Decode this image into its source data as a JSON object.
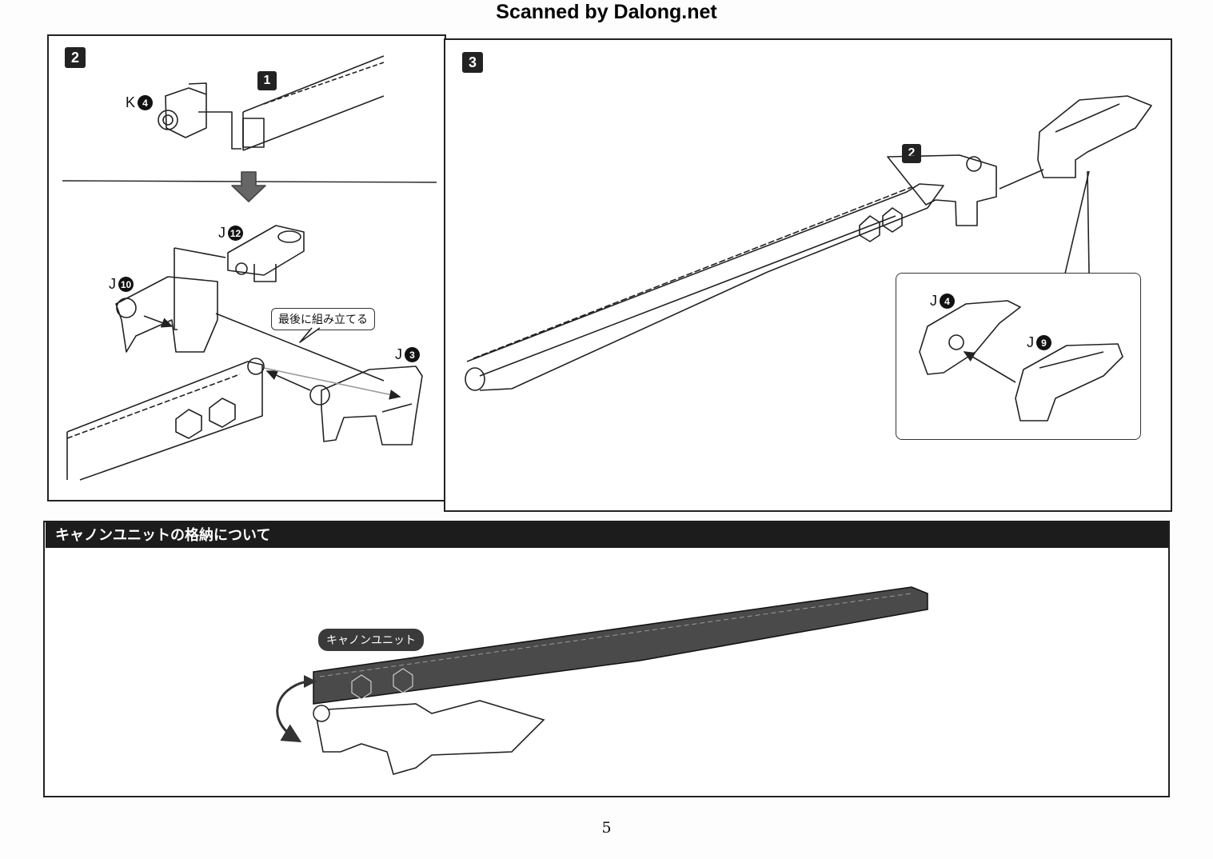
{
  "header": {
    "scan_credit": "Scanned by Dalong.net"
  },
  "step2": {
    "badge": "2",
    "sub_badge": "1",
    "parts": {
      "k4": {
        "letter": "K",
        "num": "4"
      },
      "j12": {
        "letter": "J",
        "num": "12"
      },
      "j10": {
        "letter": "J",
        "num": "10"
      },
      "j3": {
        "letter": "J",
        "num": "3"
      }
    },
    "callout": "最後に組み立てる"
  },
  "step3": {
    "badge": "3",
    "sub_badge": "2",
    "parts": {
      "j4": {
        "letter": "J",
        "num": "4"
      },
      "j9": {
        "letter": "J",
        "num": "9"
      }
    }
  },
  "storage": {
    "title": "キャノンユニットの格納について",
    "unit_label": "キャノンユニット"
  },
  "page_number": "5",
  "colors": {
    "ink": "#222222",
    "bar": "#1c1c1c",
    "unit_fill": "#4a4a4a"
  }
}
